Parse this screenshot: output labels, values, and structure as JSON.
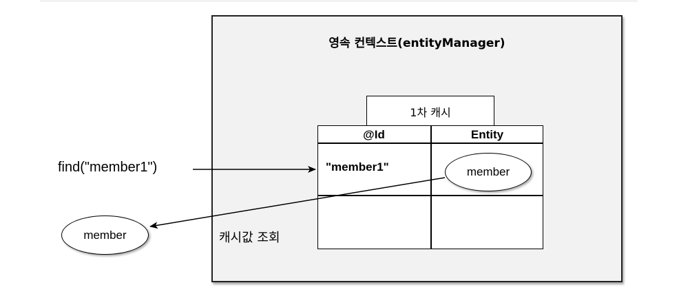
{
  "diagram": {
    "context_title": "영속 컨텍스트(entityManager)",
    "cache_tab_label": "1차 캐시",
    "table": {
      "headers": [
        "@Id",
        "Entity"
      ],
      "rows": [
        {
          "id": "\"member1\"",
          "entity": "member"
        },
        {
          "id": "",
          "entity": ""
        }
      ]
    },
    "find_call": "find(\"member1\")",
    "result_entity": "member",
    "query_label": "캐시값 조회"
  }
}
